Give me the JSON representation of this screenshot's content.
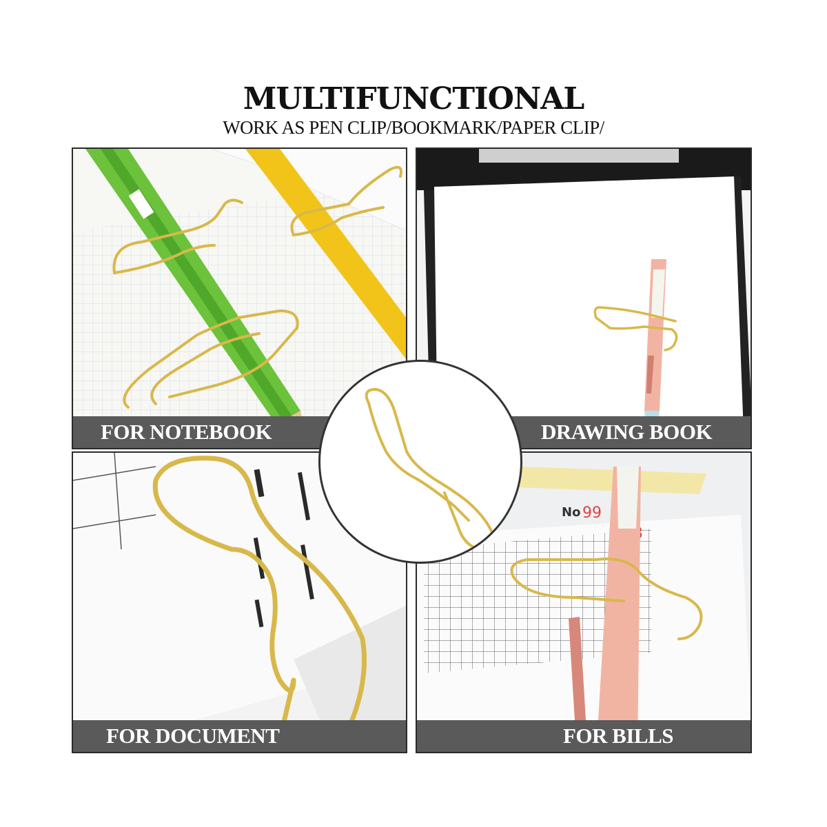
{
  "header": {
    "title": "MULTIFUNCTIONAL",
    "subtitle": "WORK AS  PEN CLIP/BOOKMARK/PAPER CLIP/"
  },
  "panels": {
    "top_left": {
      "label": "FOR NOTEBOOK"
    },
    "top_right": {
      "label": "DRAWING BOOK"
    },
    "bottom_left": {
      "label": "FOR DOCUMENT"
    },
    "bottom_right": {
      "label": "FOR BILLS"
    }
  },
  "receipt": {
    "number_prefix": "No",
    "number": "99",
    "number_suffix": "13"
  },
  "colors": {
    "gold": "#d8b84a",
    "label_bg": "#5a5a5a",
    "pencil_green": "#6cc23a",
    "pen_pink": "#f2b4a2",
    "yellow_tab": "#f2c41a"
  },
  "icons": [
    "pencil-image",
    "pen-image",
    "paper-clip-icon"
  ]
}
